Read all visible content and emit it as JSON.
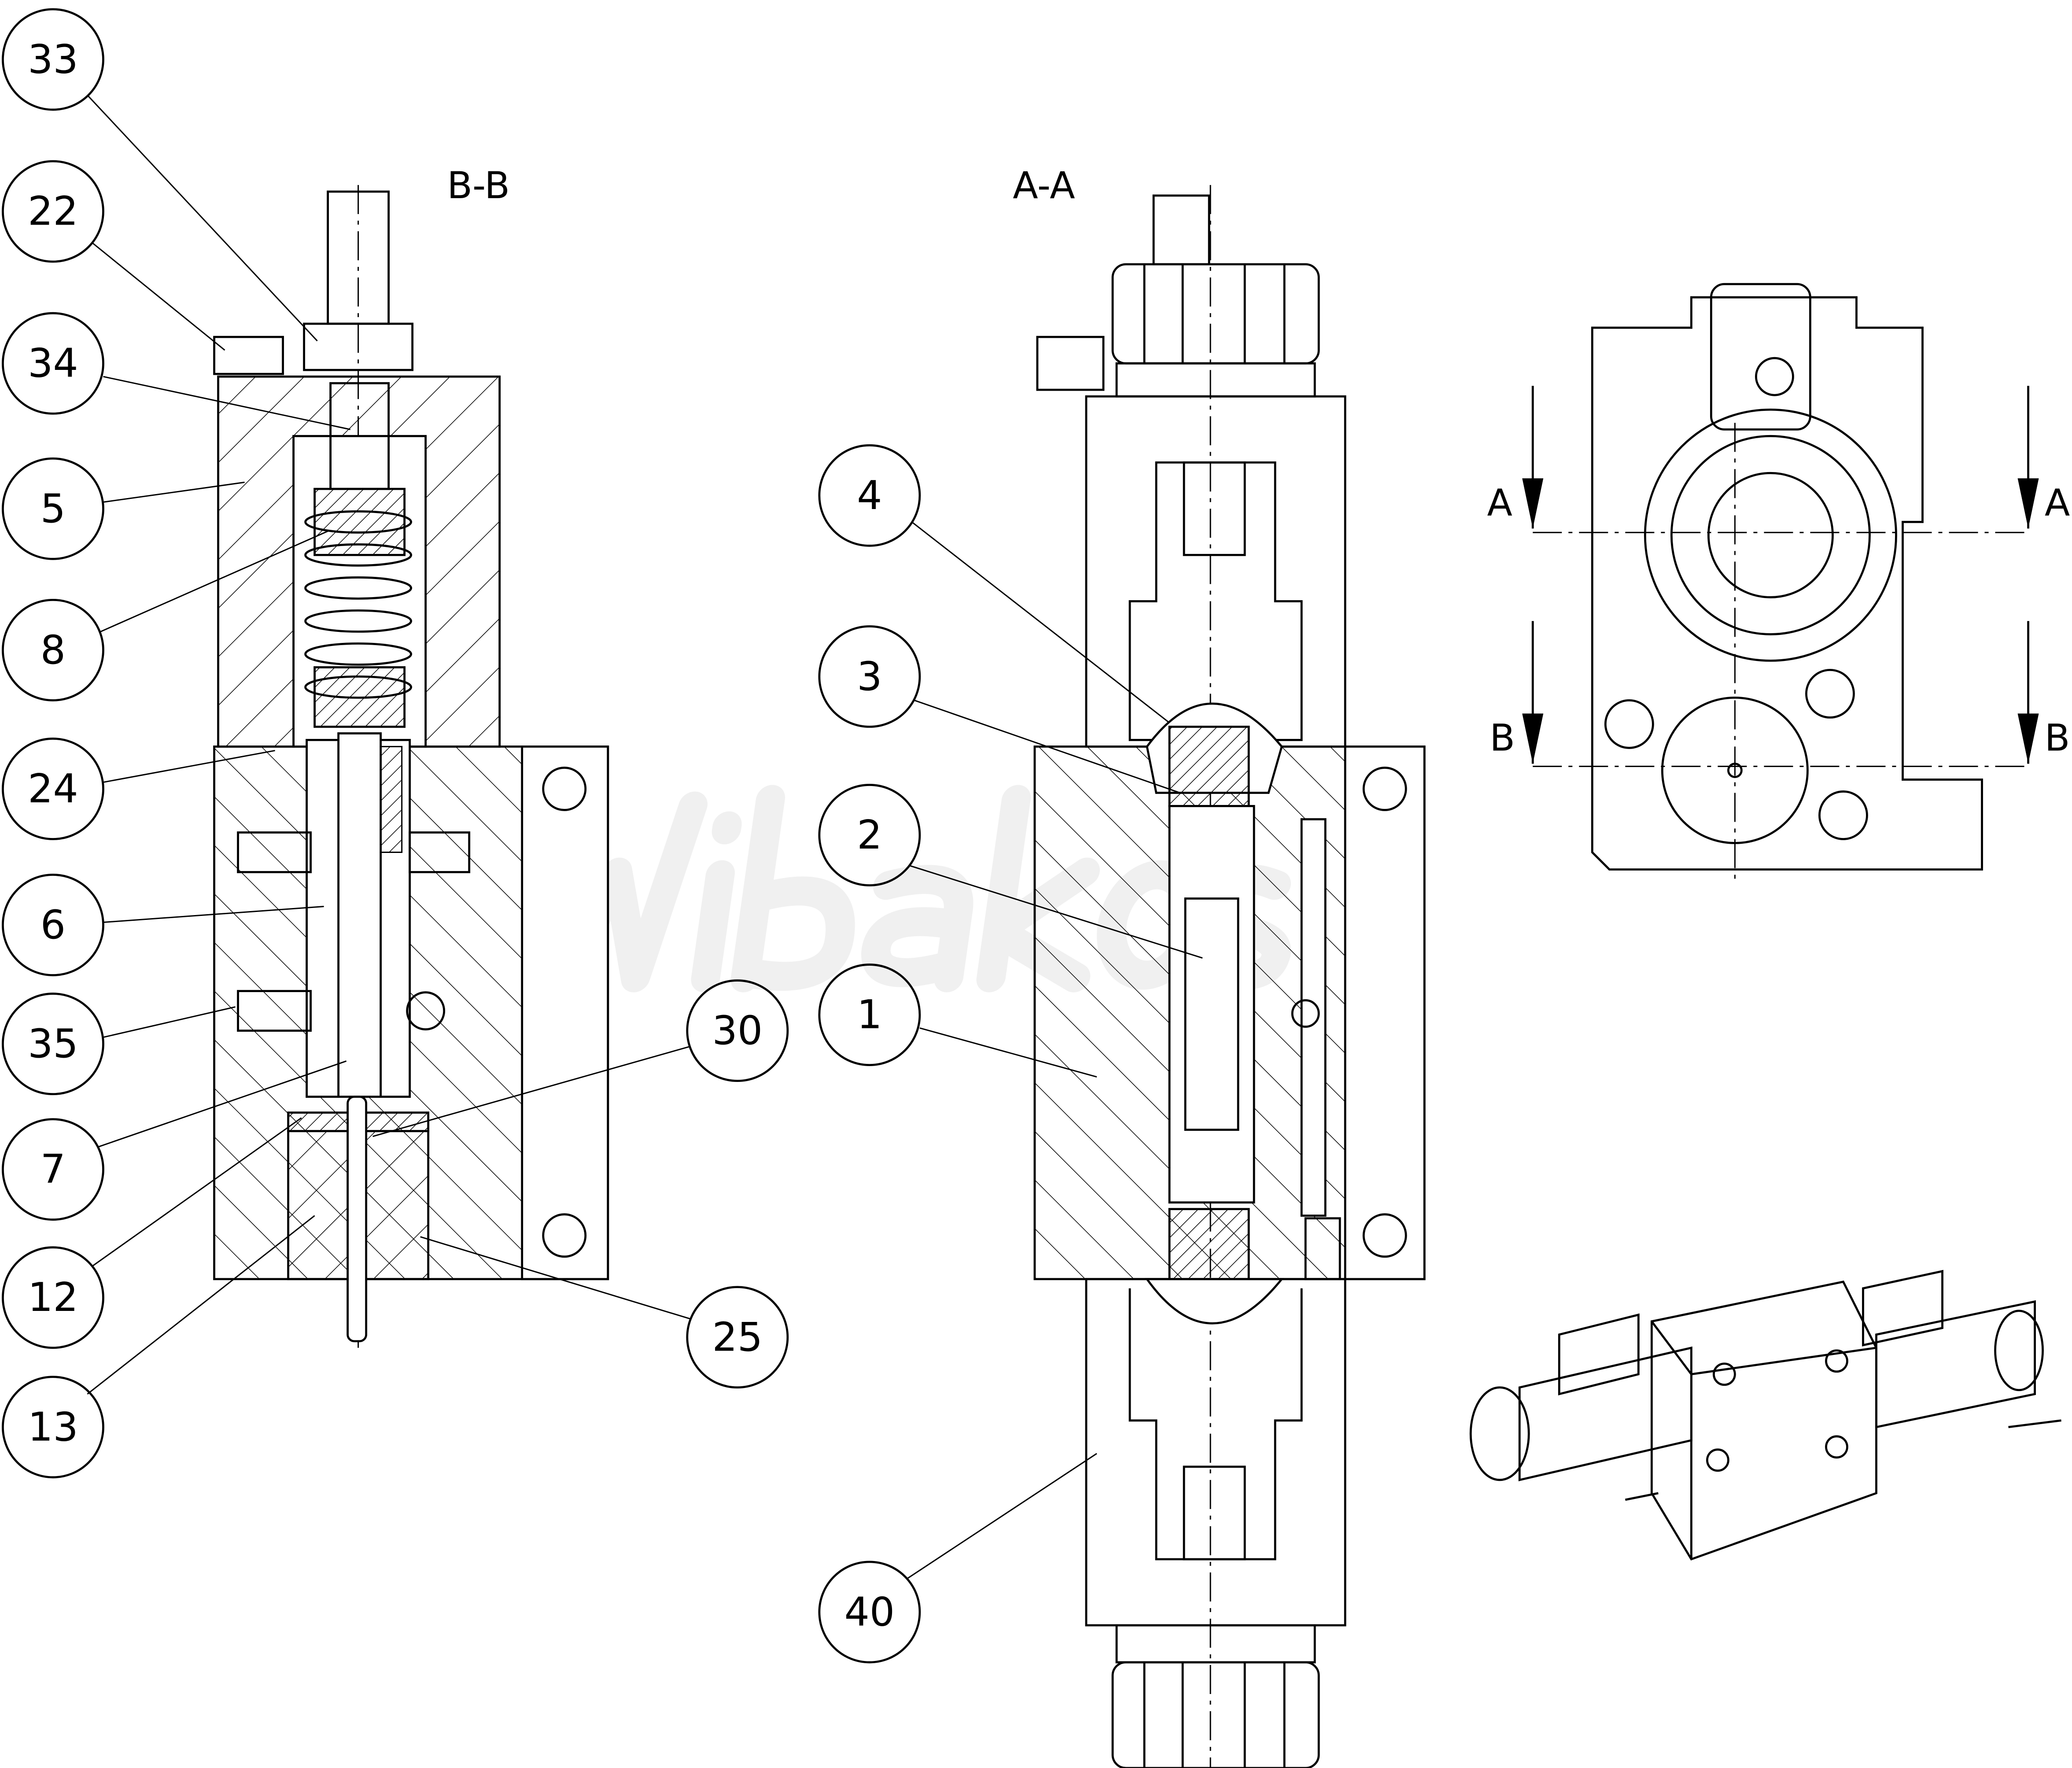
{
  "watermark": "Wibakos",
  "views": {
    "section_bb": "B-B",
    "section_aa": "A-A",
    "cut_marks": [
      "A",
      "A",
      "B",
      "B"
    ]
  },
  "balloons_bb": [
    "33",
    "22",
    "34",
    "5",
    "8",
    "24",
    "6",
    "35",
    "7",
    "12",
    "13",
    "30",
    "25"
  ],
  "balloons_aa": [
    "4",
    "3",
    "2",
    "1",
    "40"
  ]
}
